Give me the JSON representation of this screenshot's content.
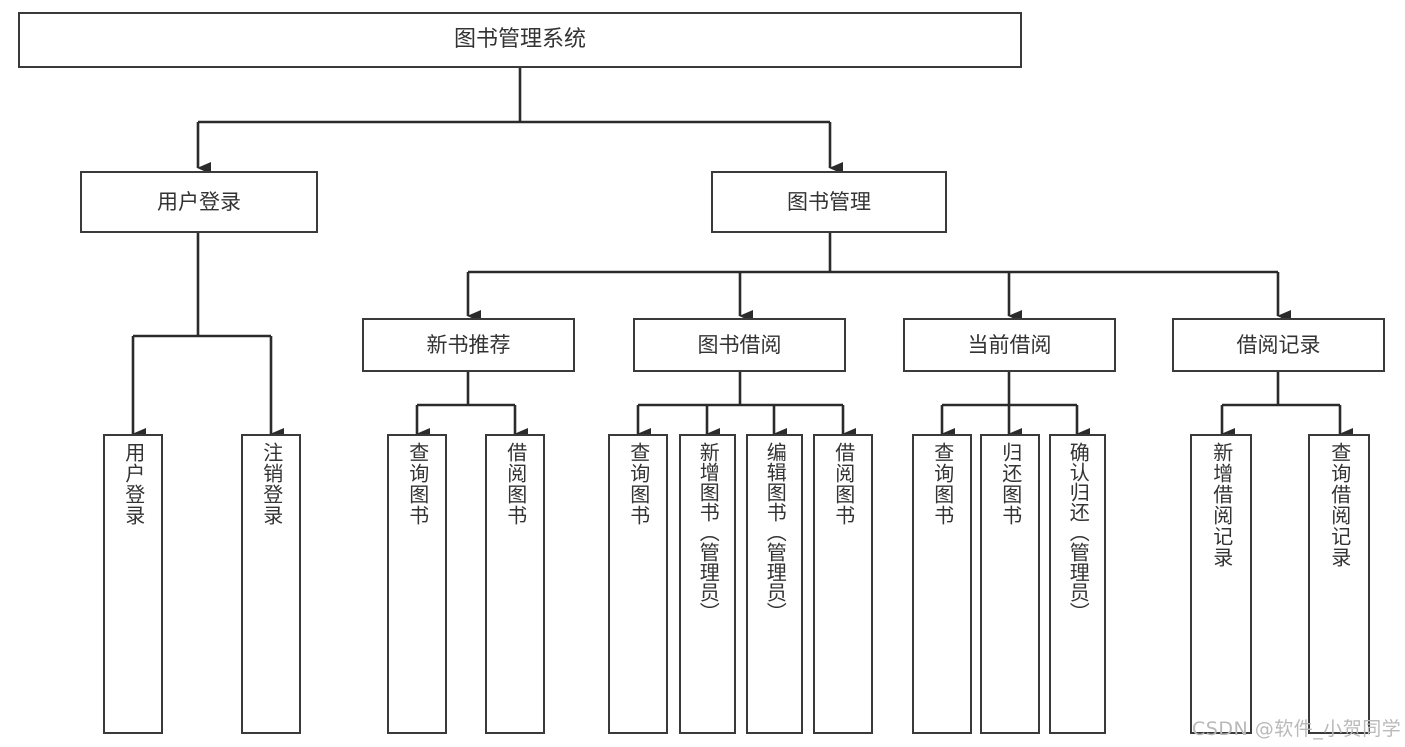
{
  "diagram": {
    "type": "tree",
    "title": "图书管理系统",
    "orientation": "top-down",
    "colors": {
      "node_border": "#3a3a3a",
      "node_fill": "#ffffff",
      "connector": "#2b2b2b",
      "text": "#333333",
      "watermark": "#b9b9b9",
      "background": "#ffffff"
    }
  },
  "root": {
    "label": "图书管理系统"
  },
  "level2": [
    {
      "label": "用户登录"
    },
    {
      "label": "图书管理"
    }
  ],
  "level3": [
    {
      "label": "新书推荐"
    },
    {
      "label": "图书借阅"
    },
    {
      "label": "当前借阅"
    },
    {
      "label": "借阅记录"
    }
  ],
  "leaves": {
    "user_login": [
      {
        "label": "用户登录"
      },
      {
        "label": "注销登录"
      }
    ],
    "new_book_recommend": [
      {
        "label": "查询图书"
      },
      {
        "label": "借阅图书"
      }
    ],
    "book_borrow": [
      {
        "label": "查询图书"
      },
      {
        "label": "新增图书（管理员）"
      },
      {
        "label": "编辑图书（管理员）"
      },
      {
        "label": "借阅图书"
      }
    ],
    "current_borrow": [
      {
        "label": "查询图书"
      },
      {
        "label": "归还图书"
      },
      {
        "label": "确认归还（管理员）"
      }
    ],
    "borrow_record": [
      {
        "label": "新增借阅记录"
      },
      {
        "label": "查询借阅记录"
      }
    ]
  },
  "watermark": {
    "text": "CSDN @软件_小贺同学"
  }
}
